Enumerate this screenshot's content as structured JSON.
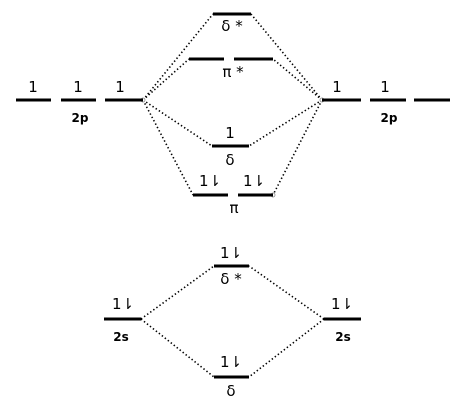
{
  "diagram": {
    "left_2p": {
      "label": "2p",
      "orbitals": [
        {
          "electrons": "1"
        },
        {
          "electrons": "1"
        },
        {
          "electrons": "1"
        }
      ]
    },
    "right_2p": {
      "label": "2p",
      "orbitals": [
        {
          "electrons": "1"
        },
        {
          "electrons": "1"
        },
        {
          "electrons": ""
        }
      ]
    },
    "upper_mo": {
      "delta_star": {
        "label": "δ *",
        "electrons": ""
      },
      "pi_star": {
        "label": "π *",
        "electrons": ""
      },
      "delta": {
        "label": "δ",
        "electrons": "1"
      },
      "pi": {
        "label": "π",
        "electrons_left": "1⇂",
        "electrons_right": "1⇂"
      }
    },
    "left_2s": {
      "label": "2s",
      "electrons": "1⇂"
    },
    "right_2s": {
      "label": "2s",
      "electrons": "1⇂"
    },
    "lower_mo": {
      "delta_star": {
        "label": "δ *",
        "electrons": "1⇂"
      },
      "delta": {
        "label": "δ",
        "electrons": "1⇂"
      }
    }
  }
}
